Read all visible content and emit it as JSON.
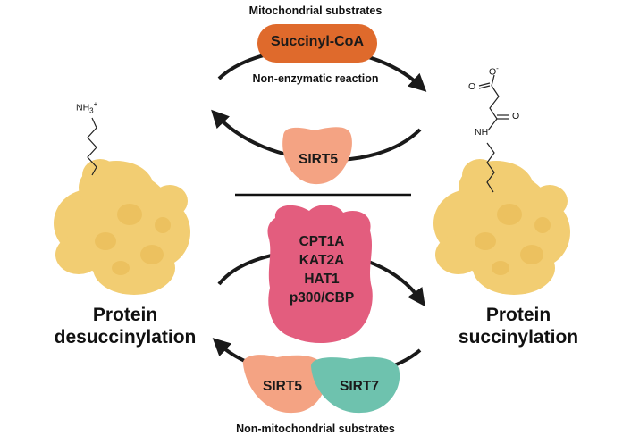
{
  "top": {
    "substrate_label": "Mitochondrial substrates",
    "substrate_name": "Succinyl-CoA",
    "reaction_label": "Non-enzymatic reaction",
    "eraser": "SIRT5"
  },
  "bottom": {
    "writers": [
      "CPT1A",
      "KAT2A",
      "HAT1",
      "p300/CBP"
    ],
    "erasers": [
      "SIRT5",
      "SIRT7"
    ],
    "substrate_label": "Non-mitochondrial substrates"
  },
  "left": {
    "title_line1": "Protein",
    "title_line2": "desuccinylation",
    "group": "NH",
    "group_sub": "3",
    "group_sup": "+"
  },
  "right": {
    "title_line1": "Protein",
    "title_line2": "succinylation",
    "o_minus": "O",
    "o_minus_sup": "-",
    "o_double_left": "O",
    "o_double_right": "O",
    "nh": "NH"
  },
  "colors": {
    "protein": "#f2cd72",
    "protein_shade": "#e8b850",
    "succinyl_coa": "#df6a2c",
    "sirt5": "#f4a383",
    "sirt7": "#6ec2ae",
    "writer": "#e35d7e",
    "arrow": "#1a1a1a"
  }
}
